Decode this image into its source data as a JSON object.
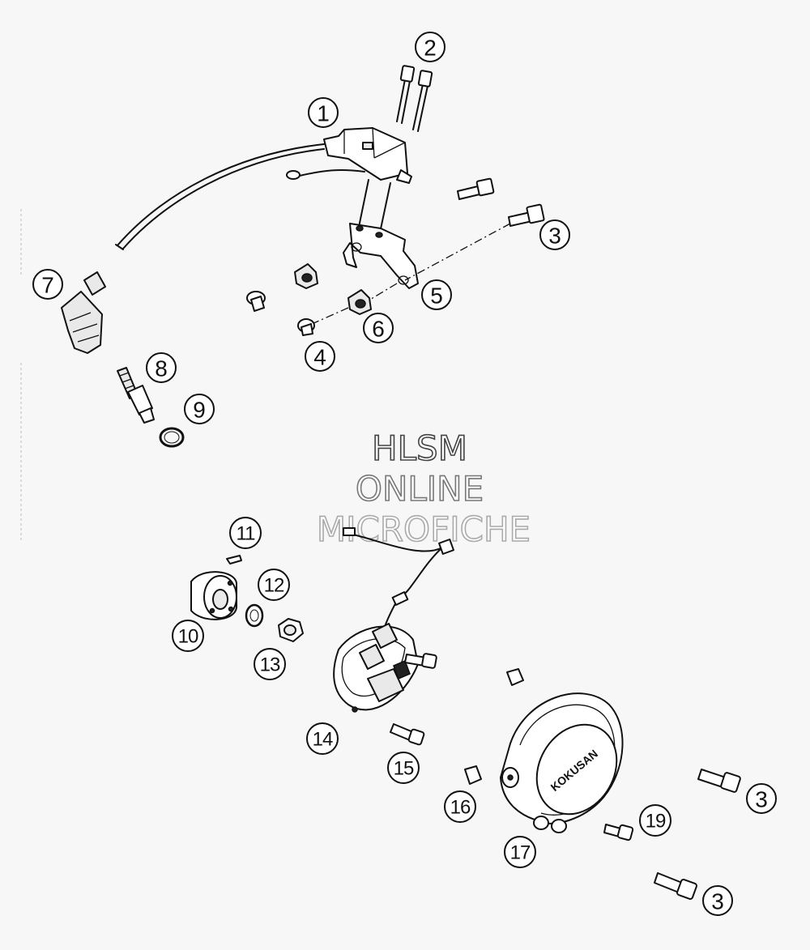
{
  "callouts": [
    {
      "label": "1"
    },
    {
      "label": "2"
    },
    {
      "label": "3"
    },
    {
      "label": "4"
    },
    {
      "label": "5"
    },
    {
      "label": "6"
    },
    {
      "label": "7"
    },
    {
      "label": "8"
    },
    {
      "label": "9"
    },
    {
      "label": "10"
    },
    {
      "label": "11"
    },
    {
      "label": "12"
    },
    {
      "label": "13"
    },
    {
      "label": "14"
    },
    {
      "label": "15"
    },
    {
      "label": "16"
    },
    {
      "label": "17"
    },
    {
      "label": "19"
    },
    {
      "label": "3"
    },
    {
      "label": "3"
    }
  ],
  "watermark": {
    "line1": "HLSM",
    "line2": "ONLINE",
    "line3": "MICROFICHE"
  },
  "cover_logo": "KOKUSAN"
}
